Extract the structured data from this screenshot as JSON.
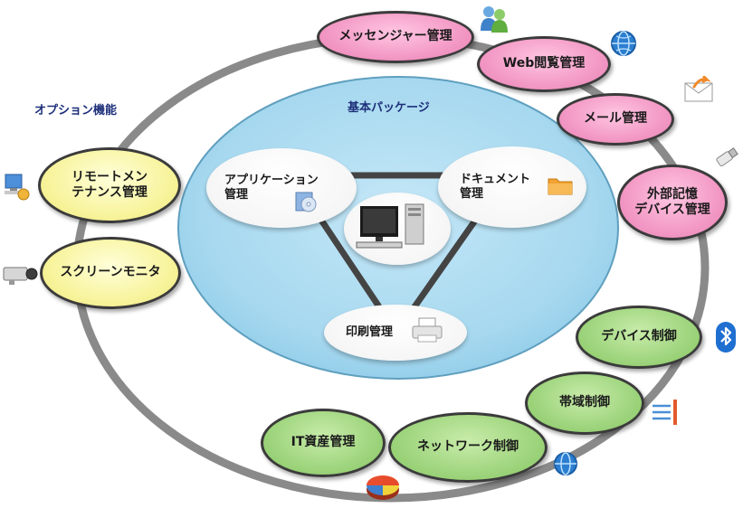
{
  "labels": {
    "options": "オプション機能",
    "base_package": "基本パッケージ"
  },
  "base_items": {
    "app": "アプリケーション\n管理",
    "doc": "ドキュメント\n管理",
    "print": "印刷管理"
  },
  "pink_items": {
    "messenger": "メッセンジャー管理",
    "web": "Web閲覧管理",
    "mail": "メール管理",
    "external": "外部記憶\nデバイス管理"
  },
  "yellow_items": {
    "remote": "リモートメン\nテナンス管理",
    "screen": "スクリーンモニタ"
  },
  "green_items": {
    "device": "デバイス制御",
    "bandwidth": "帯域制御",
    "network": "ネットワーク制御",
    "it_asset": "IT資産管理"
  },
  "colors": {
    "pink": "#f39ac6",
    "yellow": "#f7f39a",
    "green": "#9fd57e",
    "inner_blue": "#a6d8ef",
    "ring_gray": "#8a8a8a",
    "label_blue": "#1d2f7a"
  },
  "icons": [
    "messenger-icon",
    "globe-icon",
    "mail-icon",
    "usb-icon",
    "bluetooth-icon",
    "bandwidth-icon",
    "pie-chart-icon",
    "remote-pc-icon",
    "camera-icon",
    "desktop-pc-icon",
    "cd-icon",
    "folder-icon",
    "printer-icon"
  ]
}
